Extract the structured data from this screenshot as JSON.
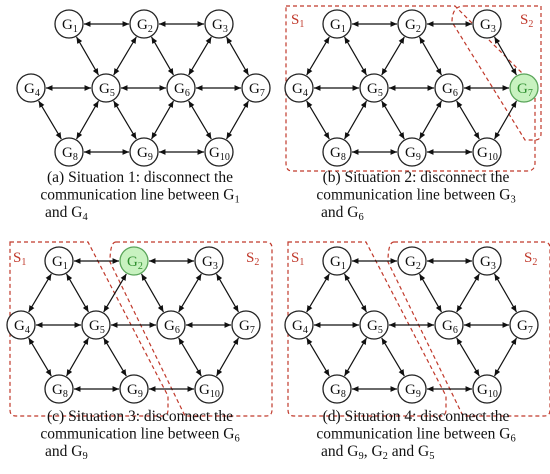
{
  "colors": {
    "edge": "#111111",
    "node_fill": "#ffffff",
    "highlight_fill": "#c8f2c0",
    "highlight_stroke": "#5aa55a",
    "region": "#c0392b"
  },
  "region_labels": {
    "s1": "S",
    "s2": "S",
    "s1_sub": "1",
    "s2_sub": "2"
  },
  "nodes": [
    {
      "id": "G1",
      "letter": "G",
      "sub": "1"
    },
    {
      "id": "G2",
      "letter": "G",
      "sub": "2"
    },
    {
      "id": "G3",
      "letter": "G",
      "sub": "3"
    },
    {
      "id": "G4",
      "letter": "G",
      "sub": "4"
    },
    {
      "id": "G5",
      "letter": "G",
      "sub": "5"
    },
    {
      "id": "G6",
      "letter": "G",
      "sub": "6"
    },
    {
      "id": "G7",
      "letter": "G",
      "sub": "7"
    },
    {
      "id": "G8",
      "letter": "G",
      "sub": "8"
    },
    {
      "id": "G9",
      "letter": "G",
      "sub": "9"
    },
    {
      "id": "G10",
      "letter": "G",
      "sub": "10"
    }
  ],
  "panels": [
    {
      "id": "a",
      "caption_lines": [
        [
          {
            "t": "(a) Situation 1: disconnect  the"
          }
        ],
        [
          {
            "t": "communication line between G"
          },
          {
            "t": "1",
            "sub": true
          }
        ],
        [
          {
            "t": "and G"
          },
          {
            "t": "4",
            "sub": true
          }
        ]
      ],
      "removed_edges": [
        [
          "G1",
          "G4"
        ]
      ],
      "highlight": [],
      "regions": []
    },
    {
      "id": "b",
      "caption_lines": [
        [
          {
            "t": "(b) Situation 2: disconnect  the"
          }
        ],
        [
          {
            "t": "communication line between G"
          },
          {
            "t": "3",
            "sub": true
          }
        ],
        [
          {
            "t": "and G"
          },
          {
            "t": "6",
            "sub": true
          }
        ]
      ],
      "removed_edges": [
        [
          "G3",
          "G6"
        ]
      ],
      "highlight": [
        "G7"
      ],
      "regions": [
        "s1",
        "s2"
      ]
    },
    {
      "id": "c",
      "caption_lines": [
        [
          {
            "t": "(c) Situation 3: disconnect  the"
          }
        ],
        [
          {
            "t": "communication line between G"
          },
          {
            "t": "6",
            "sub": true
          }
        ],
        [
          {
            "t": "and G"
          },
          {
            "t": "9",
            "sub": true
          }
        ]
      ],
      "removed_edges": [
        [
          "G6",
          "G9"
        ]
      ],
      "highlight": [
        "G2"
      ],
      "regions": [
        "s1",
        "s2"
      ]
    },
    {
      "id": "d",
      "caption_lines": [
        [
          {
            "t": "(d) Situation 4: disconnect  the"
          }
        ],
        [
          {
            "t": "communication line between G"
          },
          {
            "t": "6",
            "sub": true
          }
        ],
        [
          {
            "t": "and G"
          },
          {
            "t": "9",
            "sub": true
          },
          {
            "t": ", G"
          },
          {
            "t": "2",
            "sub": true
          },
          {
            "t": " and G"
          },
          {
            "t": "5",
            "sub": true
          }
        ]
      ],
      "removed_edges": [
        [
          "G6",
          "G9"
        ],
        [
          "G2",
          "G5"
        ]
      ],
      "highlight": [],
      "regions": [
        "s1",
        "s2"
      ]
    }
  ]
}
